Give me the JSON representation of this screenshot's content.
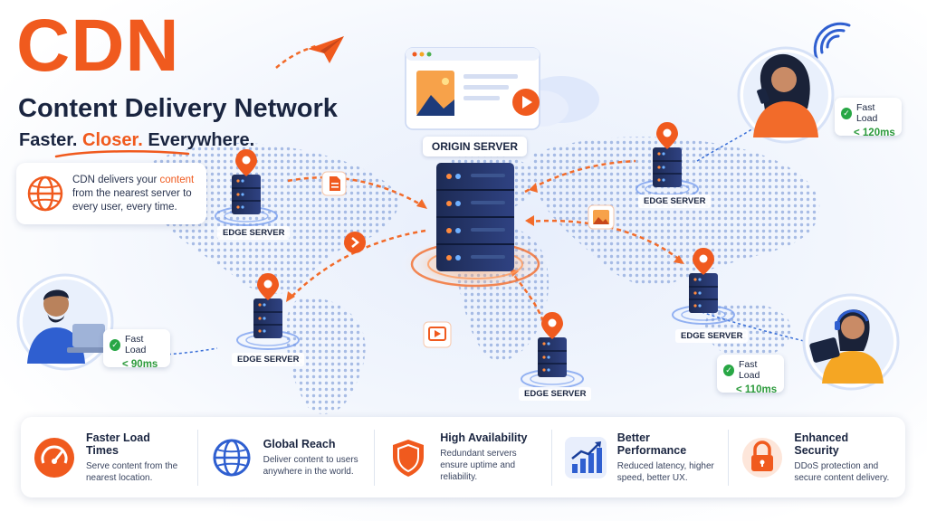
{
  "header": {
    "title": "CDN",
    "subtitle": "Content Delivery Network",
    "tagline_1": "Faster.",
    "tagline_2": "Closer.",
    "tagline_3": "Everywhere."
  },
  "info": {
    "text_before": "CDN delivers your ",
    "highlight": "content",
    "text_after": " from the nearest server to every user, every time."
  },
  "diagram": {
    "origin_label": "ORIGIN SERVER",
    "edge_label": "EDGE SERVER",
    "load_badges": [
      {
        "label": "Fast Load",
        "value": "< 120ms"
      },
      {
        "label": "Fast Load",
        "value": "< 90ms"
      },
      {
        "label": "Fast Load",
        "value": "< 110ms"
      }
    ]
  },
  "features": [
    {
      "title": "Faster Load Times",
      "desc": "Serve content from the nearest location.",
      "icon": "speedometer-icon"
    },
    {
      "title": "Global Reach",
      "desc": "Deliver content to users anywhere in the world.",
      "icon": "globe-icon"
    },
    {
      "title": "High Availability",
      "desc": "Redundant servers ensure uptime and reliability.",
      "icon": "shield-icon"
    },
    {
      "title": "Better Performance",
      "desc": "Reduced latency, higher speed, better UX.",
      "icon": "chart-up-icon"
    },
    {
      "title": "Enhanced Security",
      "desc": "DDoS protection and secure content delivery.",
      "icon": "lock-icon"
    }
  ],
  "colors": {
    "accent": "#f05a1e",
    "navy": "#1a2540",
    "blue": "#2f5fd0",
    "success": "#2b9a3b"
  }
}
